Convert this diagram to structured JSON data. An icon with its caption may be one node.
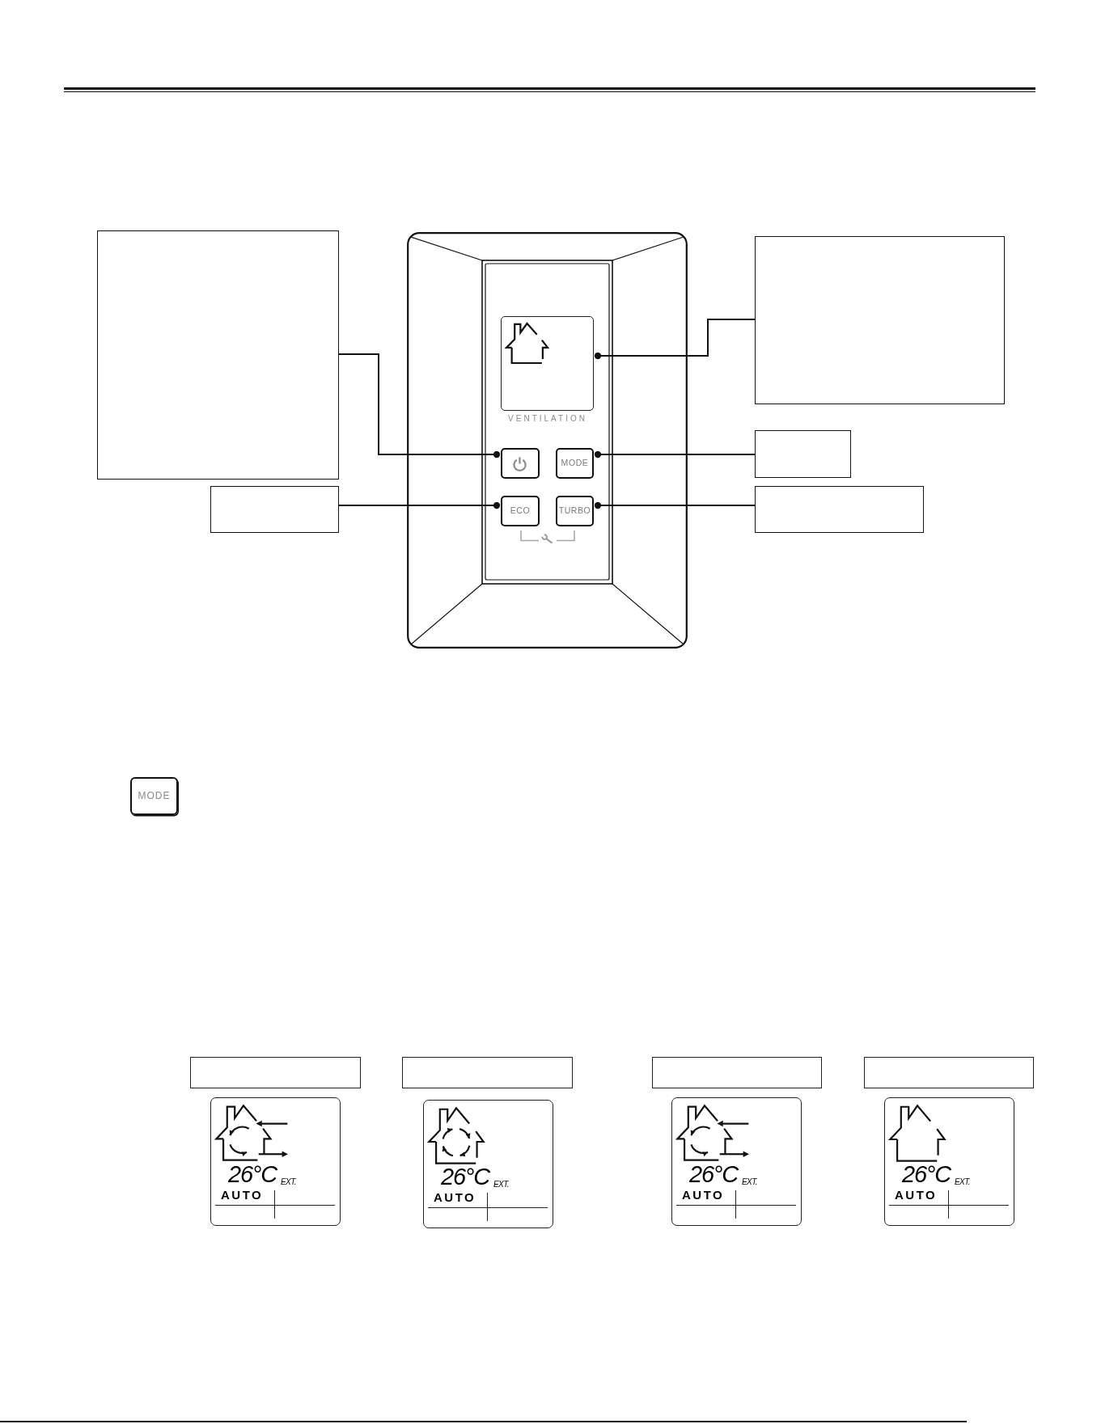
{
  "diagram": {
    "nodes": [
      {
        "text": [],
        "shape": "box"
      },
      {
        "text": [
          "VENTILATION"
        ]
      },
      {
        "text": [],
        "shape": "box",
        "in": 1
      },
      {
        "text": [],
        "shape": "box"
      },
      {
        "text": [],
        "shape": "box",
        "in": 1
      },
      {
        "text": [
          "MODE"
        ],
        "in": 1
      },
      {
        "text": [],
        "shape": "box"
      },
      {
        "text": [],
        "shape": "box"
      },
      {
        "text": [
          "ECO"
        ],
        "in": 1
      },
      {
        "text": [
          "TURBO"
        ],
        "in": 1
      },
      {
        "text": [],
        "shape": "box"
      },
      {
        "text": [
          "MODE"
        ]
      },
      {
        "text": [],
        "shape": "box"
      },
      {
        "text": [],
        "shape": "box"
      },
      {
        "text": [],
        "shape": "box"
      },
      {
        "text": [],
        "shape": "box"
      },
      {
        "text": [
          "26°C",
          "EXT.",
          "AUTO"
        ]
      },
      {
        "text": [
          "26°C",
          "EXT.",
          "AUTO"
        ]
      },
      {
        "text": [
          "26°C",
          "EXT.",
          "AUTO"
        ]
      },
      {
        "text": [
          "26°C",
          "EXT.",
          "AUTO"
        ]
      }
    ],
    "edges": [
      {
        "from": 0,
        "to": 4,
        "arrow": "other"
      },
      {
        "from": 3,
        "to": 2,
        "arrow": "other"
      },
      {
        "from": 6,
        "to": 5,
        "arrow": "other"
      },
      {
        "from": 7,
        "to": 8,
        "arrow": "other"
      },
      {
        "from": 10,
        "to": 9,
        "arrow": "other"
      }
    ]
  }
}
